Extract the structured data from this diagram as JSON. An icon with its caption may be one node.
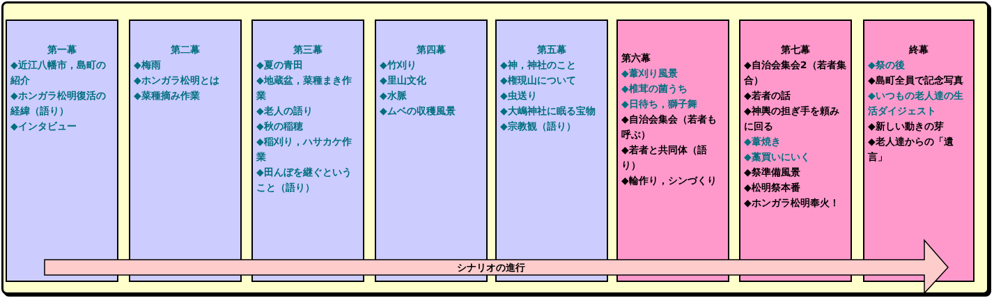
{
  "diagram": {
    "nodes": [
      {
        "text": [],
        "shape": "box"
      },
      {
        "text": [
          "第一幕",
          "◆近江八幡市，島町の紹介",
          "◆ホンガラ松明復活の経緯（語り）",
          "◆インタビュー"
        ],
        "in": 0
      },
      {
        "text": [
          "第二幕",
          "◆梅雨",
          "◆ホンガラ松明とは",
          "◆菜種摘み作業"
        ],
        "in": 0
      },
      {
        "text": [
          "第三幕",
          "◆夏の青田",
          "◆地蔵盆，菜種まき作業",
          "◆老人の語り",
          "◆秋の稲穂",
          "◆稲刈り，ハサカケ作業",
          "◆田んぼを継ぐということ（語り）"
        ],
        "in": 0
      },
      {
        "text": [
          "第四幕",
          "◆竹刈り",
          "◆里山文化",
          "◆水脈",
          "◆ムベの収穫風景"
        ],
        "in": 0
      },
      {
        "text": [
          "第五幕",
          "◆神，神社のこと",
          "◆権現山について",
          "◆虫送り",
          "◆大嶋神社に眠る宝物",
          "◆宗教観（語り）"
        ],
        "in": 0
      },
      {
        "text": [
          "第六幕",
          "◆葦刈り風景",
          "◆椎茸の菌うち",
          "◆日待ち，獅子舞",
          "◆自治会集会（若者も呼ぶ）",
          "◆若者と共同体（語り）",
          "◆輪作り，シンづくり"
        ],
        "in": 0
      },
      {
        "text": [
          "第七幕",
          "◆自治会集会2（若者集合）",
          "◆若者の話",
          "◆神輿の担ぎ手を頼みに回る",
          "◆葦焼き",
          "◆藁買いにいく",
          "◆祭準備風景",
          "◆松明祭本番",
          "◆ホンガラ松明奉火！"
        ],
        "in": 0
      },
      {
        "text": [
          "終幕",
          "◆祭の後",
          "◆島町全員で記念写真",
          "◆いつもの老人達の生活ダイジェスト",
          "◆新しい動きの芽",
          "◆老人達からの「遺言」"
        ],
        "in": 0
      },
      {
        "text": [
          "シナリオの進行"
        ],
        "in": 0
      }
    ]
  }
}
